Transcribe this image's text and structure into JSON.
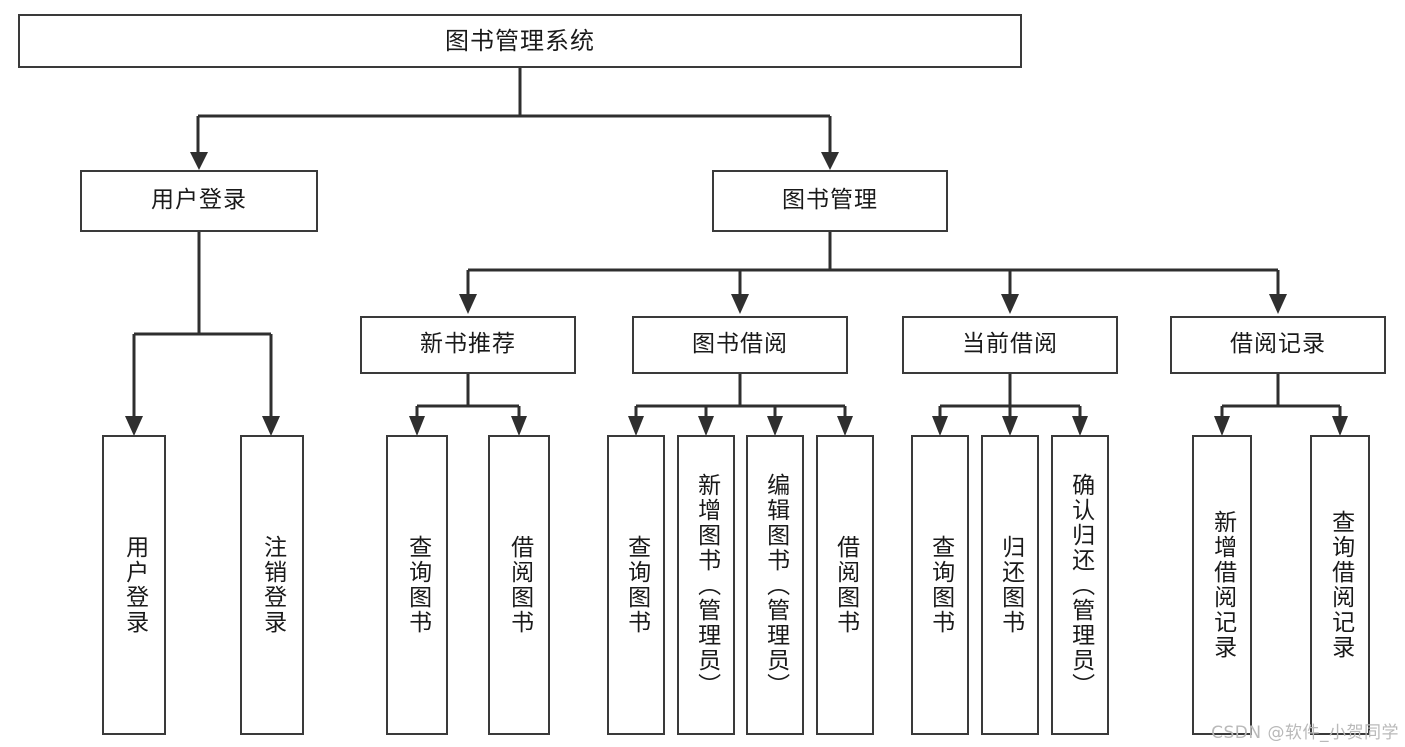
{
  "diagram": {
    "title": "图书管理系统",
    "type": "hierarchy-tree",
    "watermark": "CSDN @软件_小贺同学",
    "colors": {
      "box_border": "#3a3a3a",
      "box_fill": "#ffffff",
      "connector": "#2f2f2f",
      "text": "#1a1a1a",
      "watermark": "#b9b9b9"
    }
  },
  "nodes": {
    "root": {
      "label": "图书管理系统"
    },
    "level2": [
      {
        "id": "user-login",
        "label": "用户登录"
      },
      {
        "id": "book-manage",
        "label": "图书管理"
      }
    ],
    "level3": [
      {
        "id": "new-book-recommend",
        "label": "新书推荐"
      },
      {
        "id": "book-borrow",
        "label": "图书借阅"
      },
      {
        "id": "current-borrow",
        "label": "当前借阅"
      },
      {
        "id": "borrow-record",
        "label": "借阅记录"
      }
    ],
    "leaves": {
      "user-login": [
        {
          "id": "leaf-user-login",
          "label": "用户登录"
        },
        {
          "id": "leaf-logout",
          "label": "注销登录"
        }
      ],
      "new-book-recommend": [
        {
          "id": "leaf-query-book-1",
          "label": "查询图书"
        },
        {
          "id": "leaf-borrow-book-1",
          "label": "借阅图书"
        }
      ],
      "book-borrow": [
        {
          "id": "leaf-query-book-2",
          "label": "查询图书"
        },
        {
          "id": "leaf-add-book",
          "label": "新增图书（管理员）"
        },
        {
          "id": "leaf-edit-book",
          "label": "编辑图书（管理员）"
        },
        {
          "id": "leaf-borrow-book-2",
          "label": "借阅图书"
        }
      ],
      "current-borrow": [
        {
          "id": "leaf-query-book-3",
          "label": "查询图书"
        },
        {
          "id": "leaf-return-book",
          "label": "归还图书"
        },
        {
          "id": "leaf-confirm-return",
          "label": "确认归还（管理员）"
        }
      ],
      "borrow-record": [
        {
          "id": "leaf-add-record",
          "label": "新增借阅记录"
        },
        {
          "id": "leaf-query-record",
          "label": "查询借阅记录"
        }
      ]
    }
  }
}
